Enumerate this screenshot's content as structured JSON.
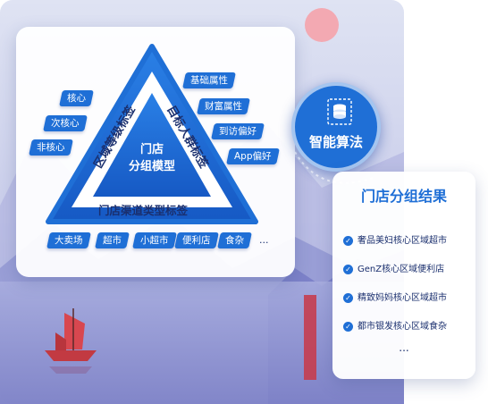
{
  "colors": {
    "primary": "#1f6fd6",
    "dark_text": "#1a2f6e",
    "sun": "#f3a9b2"
  },
  "model": {
    "center_line1": "门店",
    "center_line2": "分组模型",
    "left_edge_label": "区域等级标签",
    "right_edge_label": "目标人群标签",
    "bottom_edge_label": "门店渠道类型标签"
  },
  "left_tags": [
    "核心",
    "次核心",
    "非核心"
  ],
  "right_tags": [
    "基础属性",
    "财富属性",
    "到访偏好",
    "App偏好"
  ],
  "bottom_tags": [
    "大卖场",
    "超市",
    "小超市",
    "便利店",
    "食杂"
  ],
  "bottom_more": "...",
  "algorithm": {
    "label": "智能算法",
    "icon": "database-node-icon"
  },
  "results": {
    "title": "门店分组结果",
    "items": [
      "奢品美妇核心区域超市",
      "GenZ核心区域便利店",
      "精致妈妈核心区域超市",
      "都市银发核心区域食杂"
    ],
    "more": "..."
  }
}
